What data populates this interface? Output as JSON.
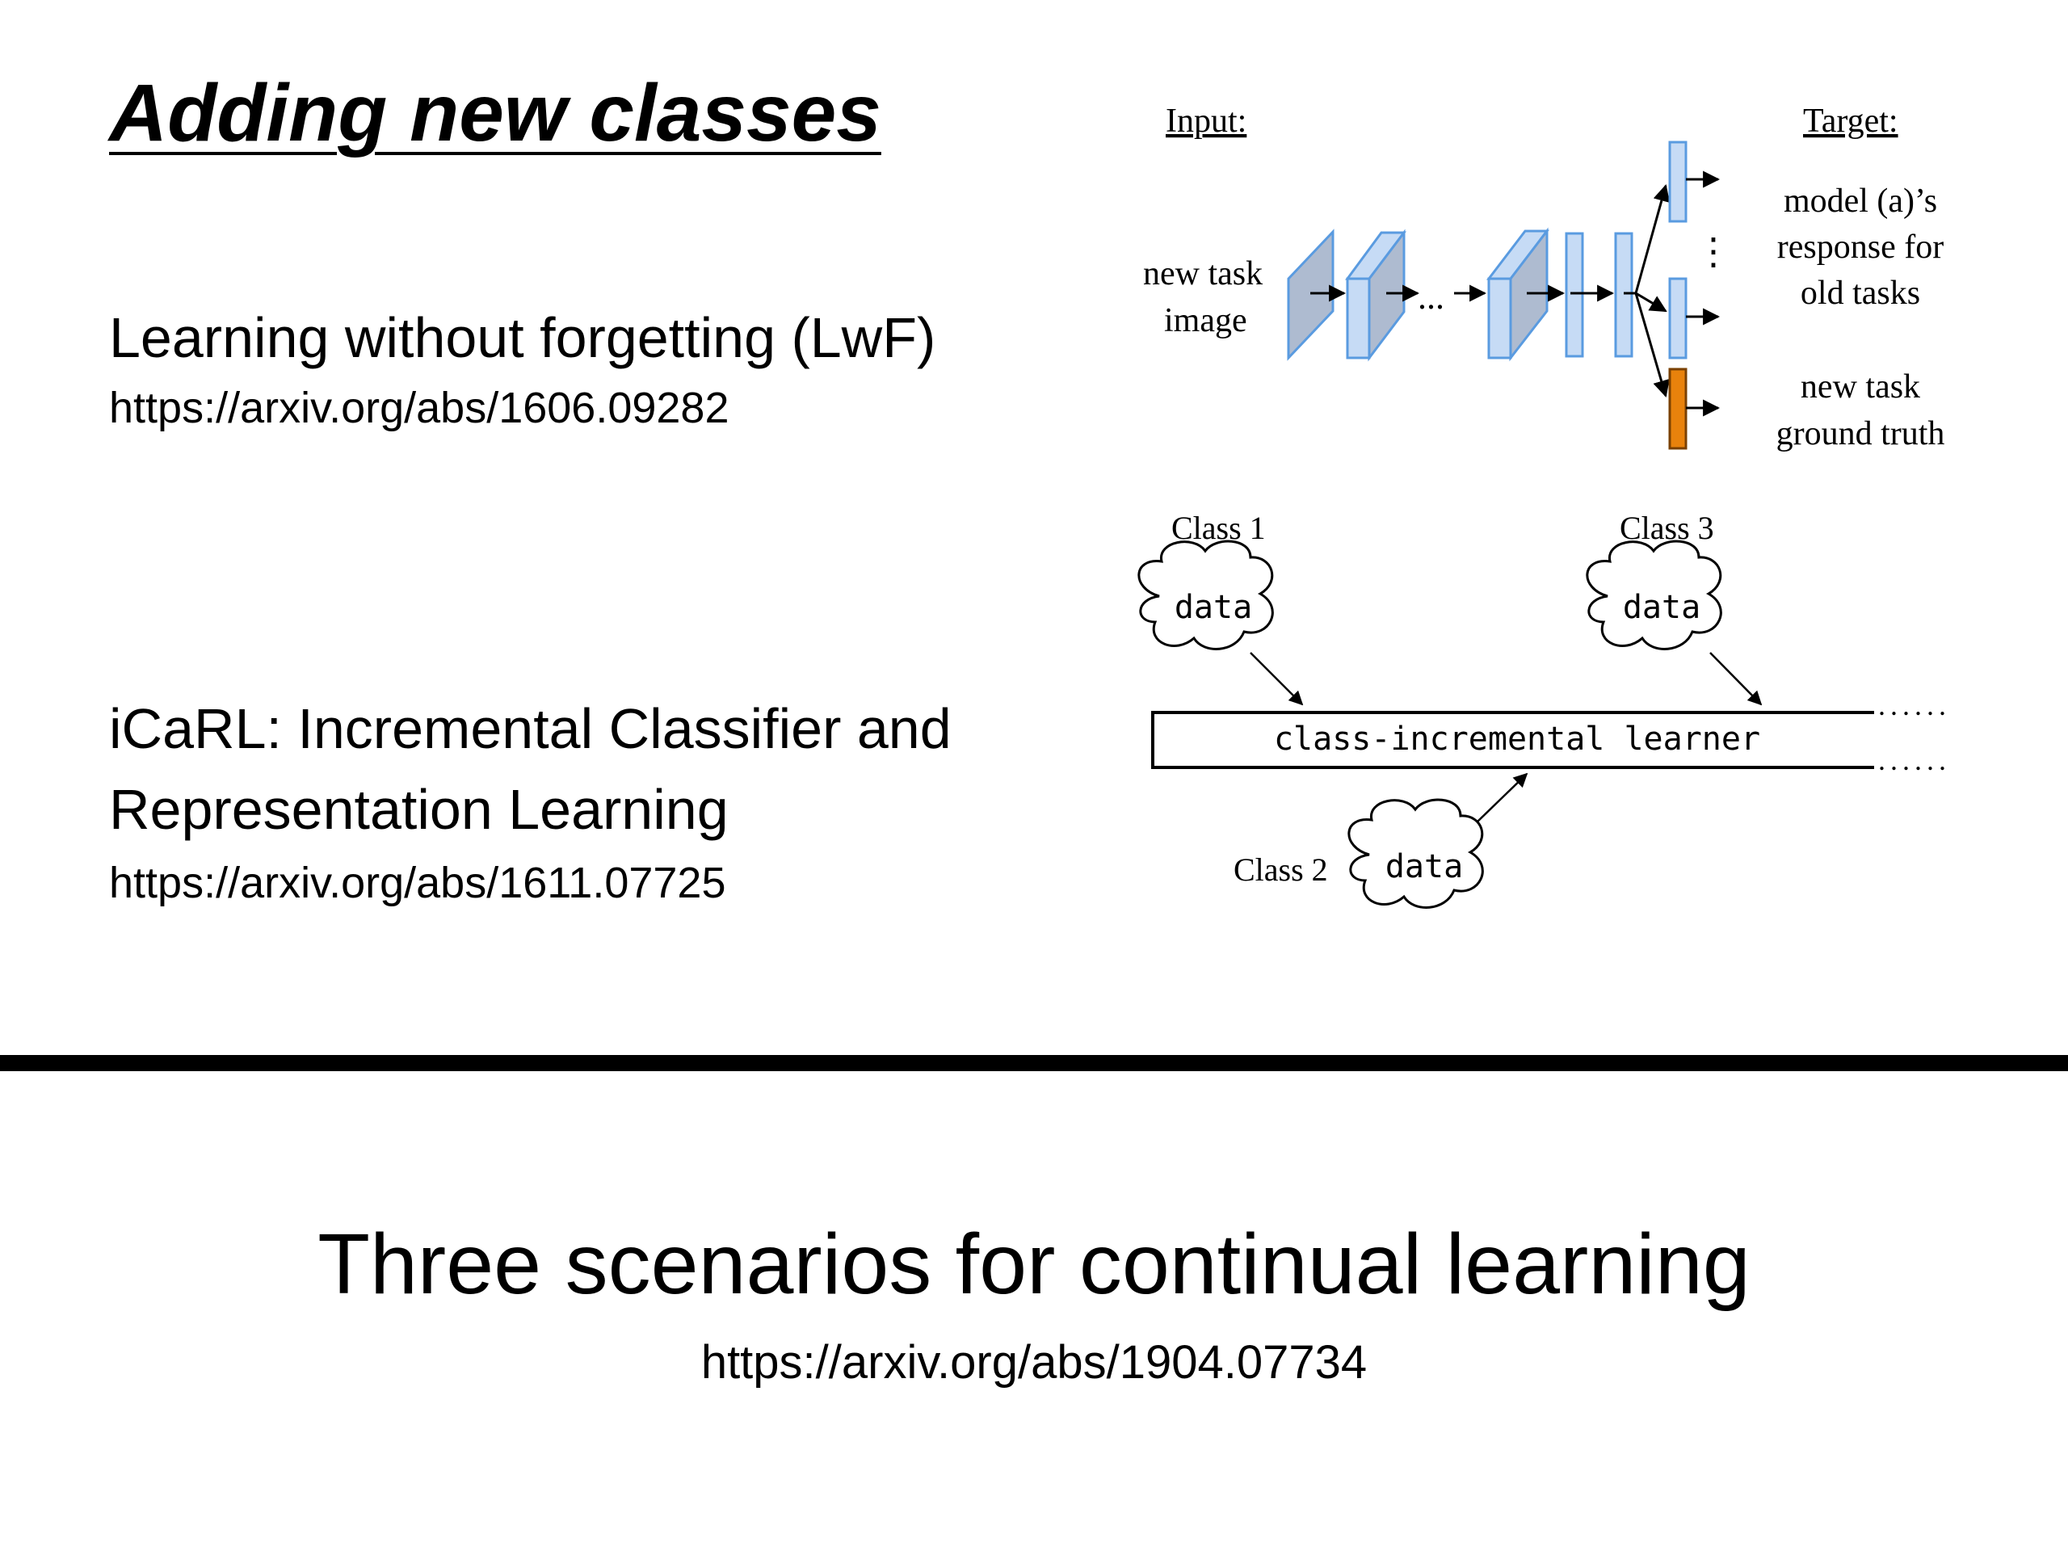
{
  "slide": {
    "title": "Adding new classes"
  },
  "references": {
    "lwf": {
      "title": "Learning without forgetting (LwF)",
      "url": "https://arxiv.org/abs/1606.09282"
    },
    "icarl": {
      "title_line1": "iCaRL: Incremental Classifier and",
      "title_line2": "Representation Learning",
      "url": "https://arxiv.org/abs/1611.07725"
    },
    "scenarios": {
      "title": "Three scenarios for continual learning",
      "url": "https://arxiv.org/abs/1904.07734"
    }
  },
  "lwf_diagram": {
    "input_label": "Input:",
    "target_label": "Target:",
    "input_text_line1": "new task",
    "input_text_line2": "image",
    "ellipsis": "...",
    "vertical_ellipsis": "⋮",
    "old_target_line1": "model (a)’s",
    "old_target_line2": "response for",
    "old_target_line3": "old tasks",
    "new_target_line1": "new task",
    "new_target_line2": "ground truth",
    "colors": {
      "conv_block": "#aebbd0",
      "fc_layer": "#c6dbf5",
      "outline": "#5a9be0",
      "new_task_output": "#e8820c"
    }
  },
  "icarl_diagram": {
    "class1_label": "Class 1",
    "class2_label": "Class 2",
    "class3_label": "Class 3",
    "cloud_text": "data",
    "learner_label": "class-incremental learner",
    "dots": "......"
  }
}
